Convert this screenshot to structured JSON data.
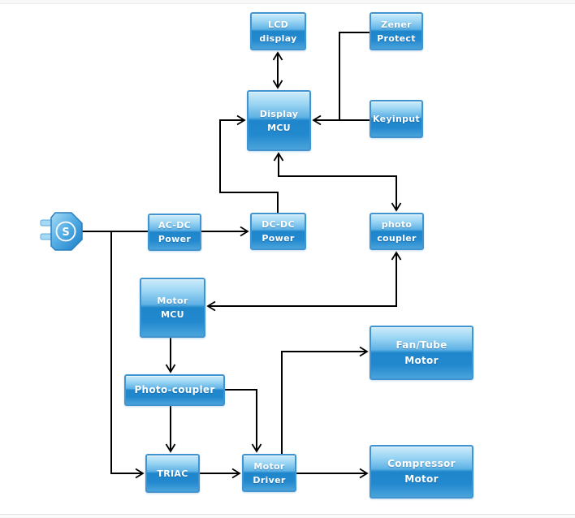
{
  "diagram": {
    "boxes": [
      {
        "id": "lcd-display",
        "lines": [
          "LCD",
          "display"
        ]
      },
      {
        "id": "zener-protect",
        "lines": [
          "Zener",
          "Protect"
        ]
      },
      {
        "id": "display-mcu",
        "lines": [
          "Display",
          "MCU"
        ]
      },
      {
        "id": "keyinput",
        "lines": [
          "Keyinput"
        ]
      },
      {
        "id": "ac-dc-power",
        "lines": [
          "AC-DC",
          "Power"
        ]
      },
      {
        "id": "dc-dc-power",
        "lines": [
          "DC-DC",
          "Power"
        ]
      },
      {
        "id": "photo-coupler",
        "lines": [
          "photo",
          "coupler"
        ]
      },
      {
        "id": "motor-mcu",
        "lines": [
          "Motor",
          "MCU"
        ]
      },
      {
        "id": "photo-coupler-2",
        "lines": [
          "Photo-coupler"
        ]
      },
      {
        "id": "triac",
        "lines": [
          "TRIAC"
        ]
      },
      {
        "id": "motor-driver",
        "lines": [
          "Motor",
          "Driver"
        ]
      },
      {
        "id": "fan-tube-motor",
        "lines": [
          "Fan/Tube",
          "Motor"
        ]
      },
      {
        "id": "compressor-motor",
        "lines": [
          "Compressor",
          "Motor"
        ]
      }
    ],
    "plug": {
      "symbol": "S"
    },
    "colors": {
      "box_fill_top": "#cdebfb",
      "box_fill_bottom": "#2189cf",
      "box_border": "#4294d1",
      "wire": "#000000",
      "background": "#ffffff"
    }
  }
}
